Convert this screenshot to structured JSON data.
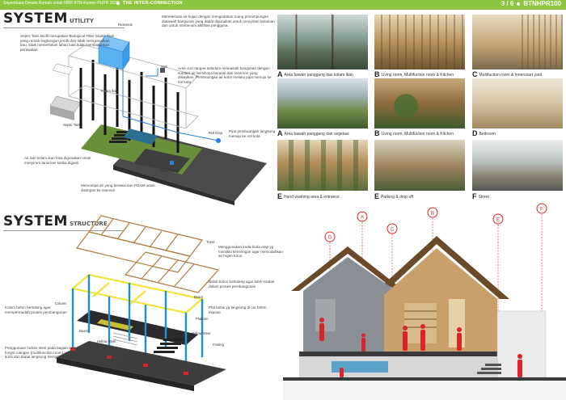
{
  "header": {
    "left_text": "Sayembara Desain Rumah untuk MBR BTN-Kemen PUPR 2022",
    "center_title": "THE INTER-CONNECTION",
    "page_indicator": "3 / 6",
    "code": "BTNHPR100"
  },
  "utility": {
    "title": "SYSTEM",
    "subtitle": "UTILITY",
    "notes": {
      "septic": "Septic Tank Biofil merupakan Biological Filter Septic Tank yang ramah lingkungan,jernih dan tidak mengeluarkan bau, tidak memerlukan lahan luas,tidak membutuhkan perawatan",
      "reservoir_top": "Mereservasi air hujan dengan mengedakan ruang penampungan diatawah bangunan yang dapat digunakan untuk menyiram tanaman dan untuk memenuhi aktifitas pengguna.",
      "sink": "Area cuci tangan sebelum memasuki bangunan dengan sumber air bersihnya berasal dari reservoir yang disiapkan. Pembuangan air kotor melalui pipa menuju ke riol kota",
      "pipe": "Pipa pembuangan langsung menuju ke riol kota",
      "pond": "Air dari kolam ikan bisa digunakan untuk menyiram tanaman ketika diganti",
      "pump": "Memompa air yang berasal dari PDAM untuk disimpan ke resevoir"
    },
    "labels": {
      "reservoir": "Reservoir",
      "sink": "Sink",
      "pond": "Kolam Ikan",
      "septic": "Septic Tank",
      "riol": "Riol Kota",
      "pump": "Water Pump"
    }
  },
  "structure": {
    "title": "SYSTEM",
    "subtitle": "STRUCTURE",
    "notes": {
      "truss": "Menggunakan kuda-kuda atap yg memiliki kemiringan agar memudahkan air hujan turun",
      "beam": "Balok beton bertulang agar lebih mudah dalam proses pembangunan",
      "platform": "Plat lantai yg langsung di cor beton expose",
      "column": "Kolom beton bertulang agar mempermudah proses pembangunan",
      "hollow": "Penggunaan hollow steel pada bagian tanha ini agar mempermudah fungsi ruangan (multifunction room) yang dapat dibuka, dilipat menjadi kursi dan dapat langsung mengakses ke area kolam ikan dibawahnya"
    },
    "labels": {
      "truss": "Truss",
      "beam": "Beam",
      "platform": "Platform",
      "hollow": "Hollow Steel",
      "footing": "Footing",
      "column": "Column",
      "beam2": "Beam",
      "hollow2": "Hollow Steel"
    }
  },
  "photos": [
    {
      "letter": "A",
      "caption": "Area bawah panggung dan kolam ikan"
    },
    {
      "letter": "B",
      "caption": "Living room, Multifuction room & Kitchen"
    },
    {
      "letter": "C",
      "caption": "Multifuction room & Innercourt yard"
    },
    {
      "letter": "A",
      "caption": "Area bawah panggung dan vegetasi"
    },
    {
      "letter": "B",
      "caption": "Living room, Multifuction room & Kitchen"
    },
    {
      "letter": "D",
      "caption": "Bedroom"
    },
    {
      "letter": "E",
      "caption": "Hand washing area & entrance"
    },
    {
      "letter": "E",
      "caption": "Parking & drop off"
    },
    {
      "letter": "F",
      "caption": "Street"
    }
  ],
  "section_markers": [
    "D",
    "A",
    "C",
    "B",
    "E",
    "F"
  ],
  "colors": {
    "accent": "#8cc63f",
    "marker": "#d9252a",
    "structure_blue": "#1e90d8",
    "structure_yellow": "#f2e33a"
  }
}
